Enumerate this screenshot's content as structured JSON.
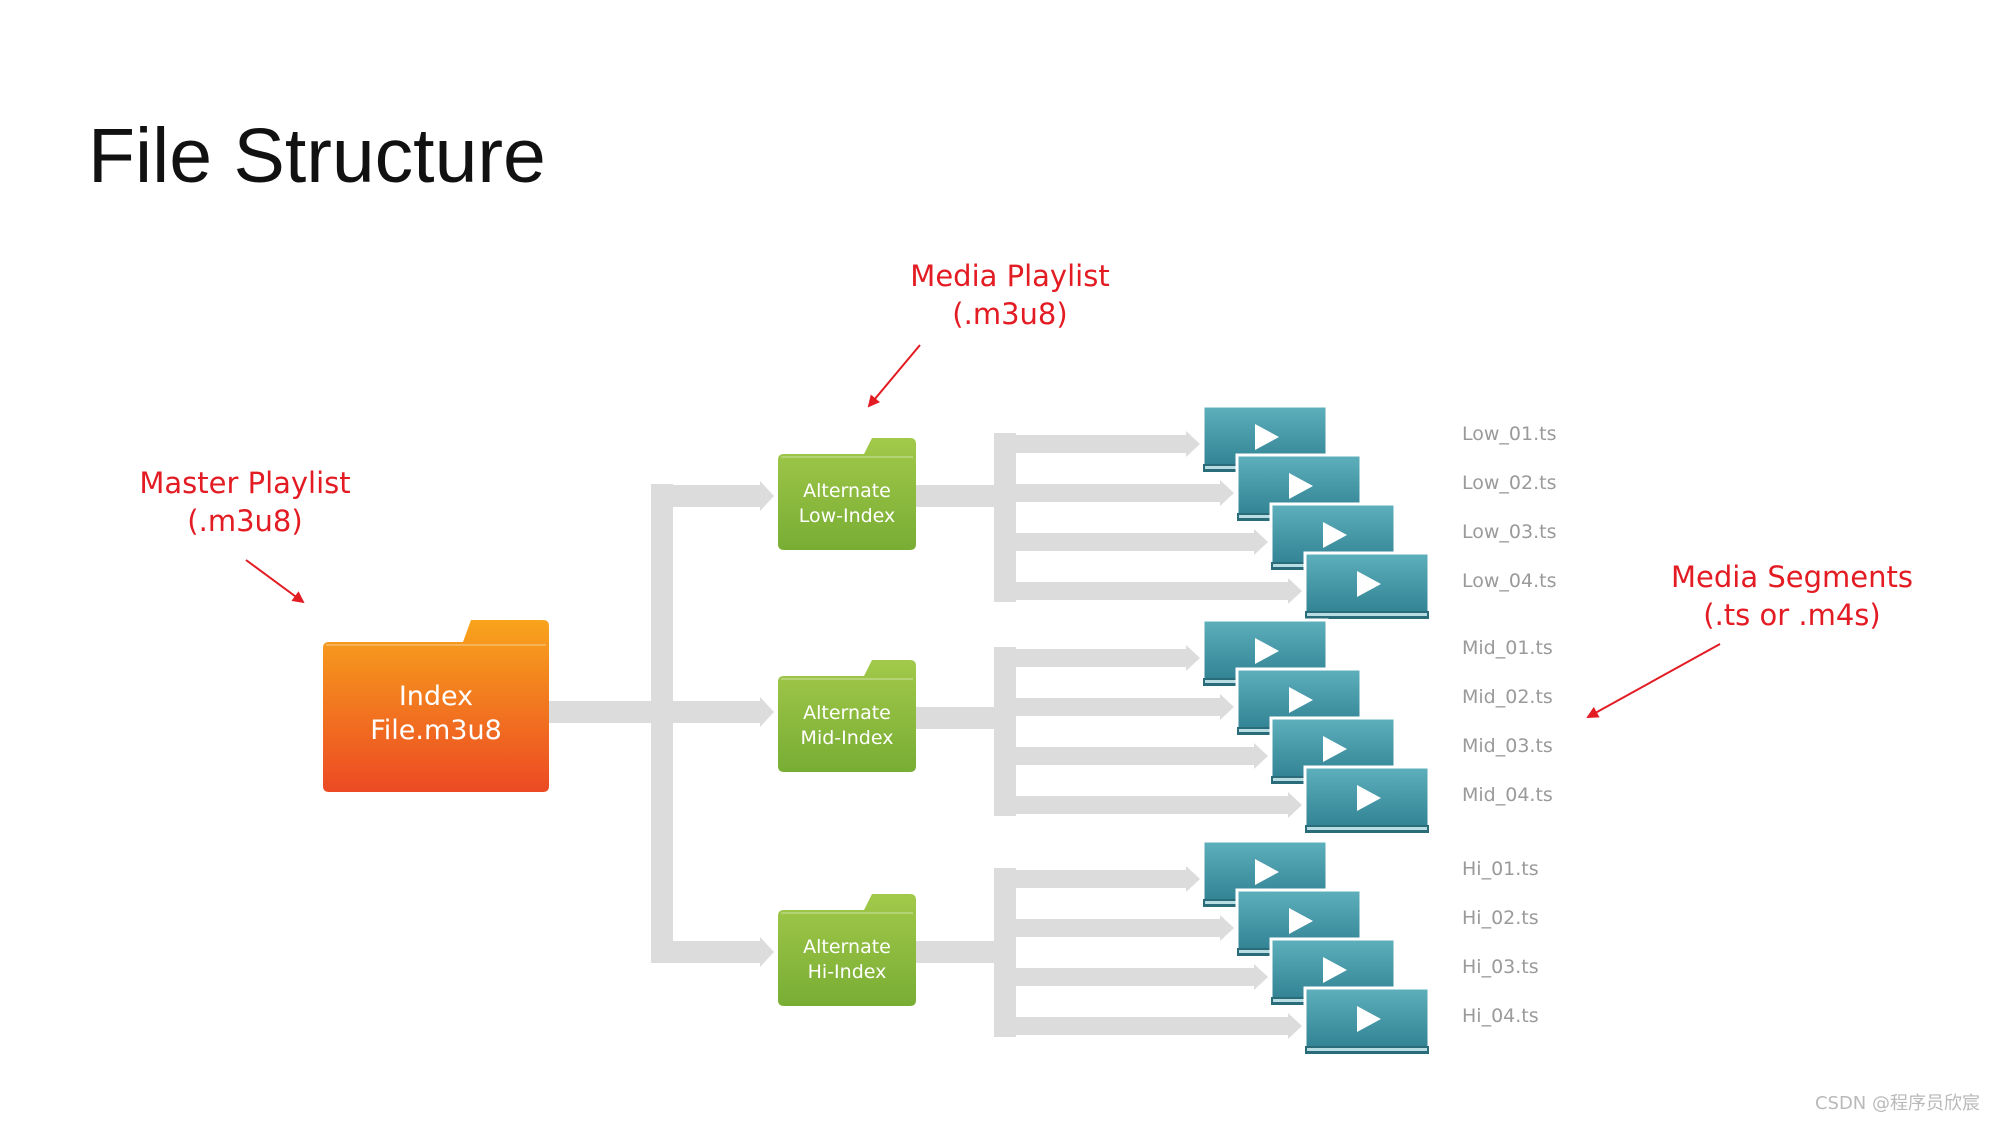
{
  "title": "File Structure",
  "colors": {
    "annotation": "#e31b23",
    "connector": "#dcdcdc",
    "master_folder": "#f4692a",
    "media_folder": "#8fbf3f",
    "segment_tile": "#3d93a3",
    "segment_text": "#9a9a9a"
  },
  "annotations": {
    "master": [
      "Master Playlist",
      "(.m3u8)"
    ],
    "media_playlist": [
      "Media Playlist",
      "(.m3u8)"
    ],
    "segments": [
      "Media Segments",
      "(.ts or .m4s)"
    ]
  },
  "master_folder": {
    "lines": [
      "Index",
      "File.m3u8"
    ],
    "icon": "folder-icon"
  },
  "playlists": [
    {
      "lines": [
        "Alternate",
        "Low-Index"
      ],
      "segments": [
        "Low_01.ts",
        "Low_02.ts",
        "Low_03.ts",
        "Low_04.ts"
      ]
    },
    {
      "lines": [
        "Alternate",
        "Mid-Index"
      ],
      "segments": [
        "Mid_01.ts",
        "Mid_02.ts",
        "Mid_03.ts",
        "Mid_04.ts"
      ]
    },
    {
      "lines": [
        "Alternate",
        "Hi-Index"
      ],
      "segments": [
        "Hi_01.ts",
        "Hi_02.ts",
        "Hi_03.ts",
        "Hi_04.ts"
      ]
    }
  ],
  "segment_icon": "video-play-icon",
  "watermark": "CSDN @程序员欣宸"
}
